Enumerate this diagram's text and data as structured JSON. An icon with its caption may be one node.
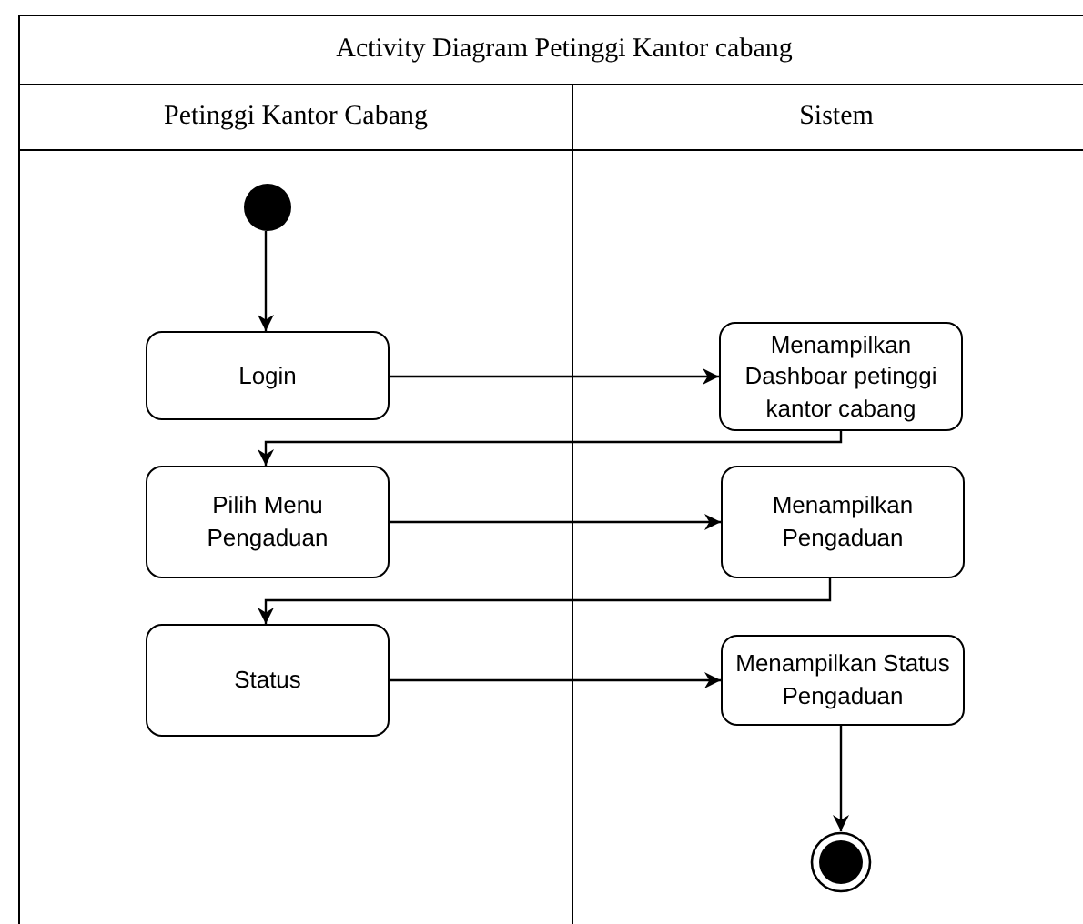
{
  "diagram": {
    "title": "Activity Diagram Petinggi Kantor cabang",
    "nodes": [
      {
        "text": [
          "Petinggi Kantor Cabang"
        ]
      },
      {
        "text": [
          "Sistem"
        ]
      },
      {
        "text": [],
        "shape": "circle",
        "in": 0
      },
      {
        "text": [
          "Login"
        ],
        "in": 0
      },
      {
        "text": [
          "Menampilkan Dashboar petinggi kantor cabang"
        ],
        "in": 1
      },
      {
        "text": [
          "Pilih Menu Pengaduan"
        ],
        "in": 0
      },
      {
        "text": [
          "Menampilkan Pengaduan"
        ],
        "in": 1
      },
      {
        "text": [
          "Status"
        ],
        "in": 0
      },
      {
        "text": [
          "Menampilkan Status Pengaduan"
        ],
        "in": 1
      },
      {
        "text": [],
        "shape": "circle",
        "in": 1
      }
    ],
    "edges": [
      {
        "from": 2,
        "to": 3,
        "arrow": "to"
      },
      {
        "from": 3,
        "to": 4,
        "arrow": "to"
      },
      {
        "from": 4,
        "to": 5,
        "arrow": "to"
      },
      {
        "from": 5,
        "to": 6,
        "arrow": "to"
      },
      {
        "from": 6,
        "to": 7,
        "arrow": "to"
      },
      {
        "from": 7,
        "to": 8,
        "arrow": "to"
      },
      {
        "from": 8,
        "to": 9,
        "arrow": "to"
      }
    ]
  }
}
